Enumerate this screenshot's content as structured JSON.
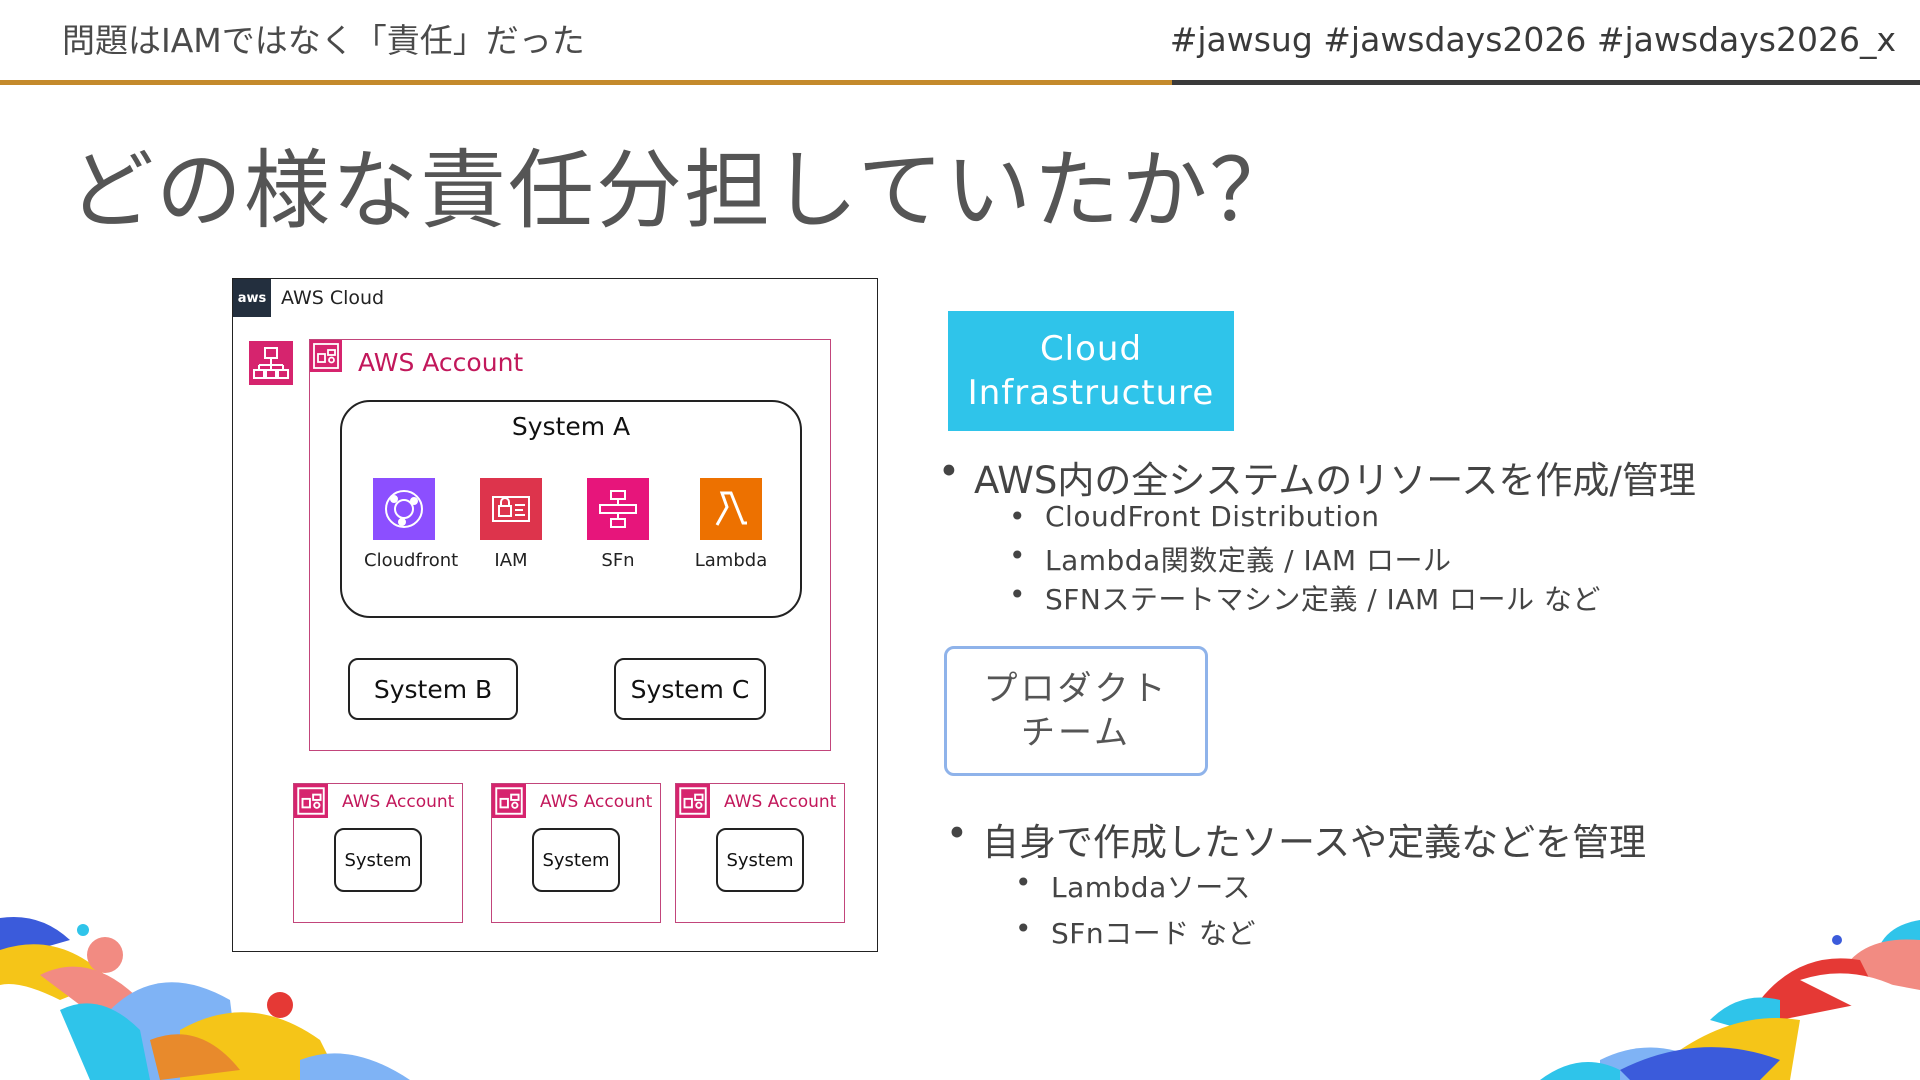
{
  "header": {
    "section_title": "問題はIAMではなく「責任」だった",
    "hashtags": "#jawsug #jawsdays2026 #jawsdays2026_x"
  },
  "slide": {
    "title": "どの様な責任分担していたか？"
  },
  "diagram": {
    "aws_logo": "aws",
    "cloud_label": "AWS Cloud",
    "main_account_label": "AWS Account",
    "system_a": {
      "title": "System A",
      "services": [
        {
          "label": "Cloudfront",
          "icon": "cloudfront-icon",
          "color": "#8c4fff"
        },
        {
          "label": "IAM",
          "icon": "iam-icon",
          "color": "#dd344c"
        },
        {
          "label": "SFn",
          "icon": "step-functions-icon",
          "color": "#e7157b"
        },
        {
          "label": "Lambda",
          "icon": "lambda-icon",
          "color": "#ed7100"
        }
      ]
    },
    "system_b": "System B",
    "system_c": "System C",
    "small_accounts": [
      {
        "label": "AWS Account",
        "system": "System"
      },
      {
        "label": "AWS Account",
        "system": "System"
      },
      {
        "label": "AWS Account",
        "system": "System"
      }
    ]
  },
  "cloud_team": {
    "name_line1": "Cloud",
    "name_line2": "Infrastructure",
    "color": "#2fc4ea",
    "bullet": "AWS内の全システムのリソースを作成/管理",
    "sub_bullets": [
      "CloudFront Distribution",
      "Lambda関数定義 / IAM ロール",
      "SFNステートマシン定義 / IAM ロール など"
    ]
  },
  "product_team": {
    "name_line1": "プロダクト",
    "name_line2": "チーム",
    "border_color": "#8fb3ea",
    "bullet": "自身で作成したソースや定義などを管理",
    "sub_bullets": [
      "Lambdaソース",
      "SFnコード など"
    ]
  },
  "colors": {
    "gold_rule": "#c48a2c",
    "dark_rule": "#3a3a3a",
    "account_pink": "#d6246e"
  }
}
